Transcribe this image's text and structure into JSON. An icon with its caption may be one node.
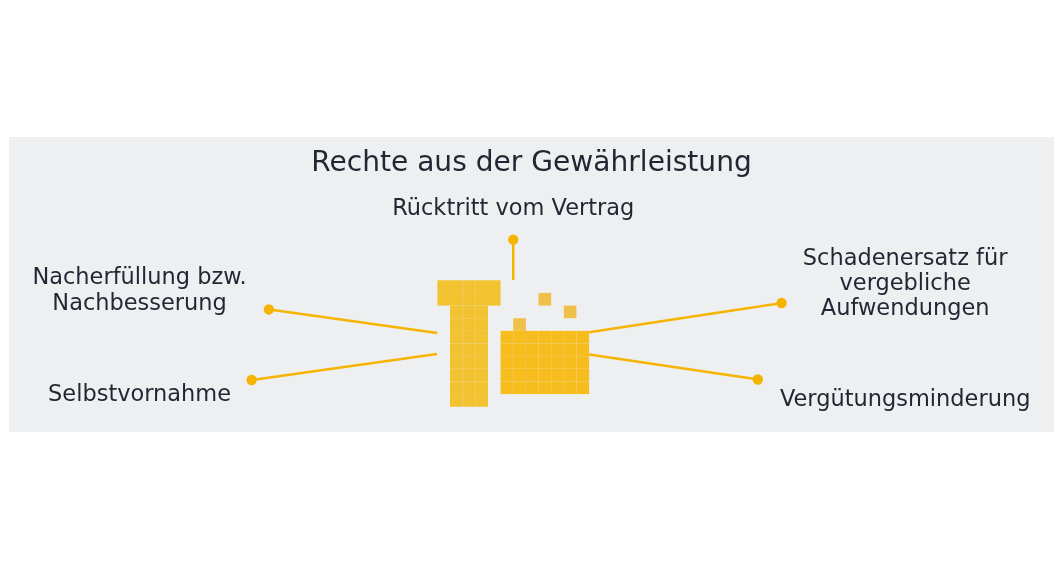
{
  "diagram": {
    "title": "Rechte aus der Gewährleistung",
    "nodes": [
      {
        "text": [
          "Rücktritt vom Vertrag"
        ]
      },
      {
        "text": [
          "Nacherfüllung bzw. Nachbesserung"
        ]
      },
      {
        "text": [
          "Schadenersatz für vergebliche Aufwendungen"
        ]
      },
      {
        "text": [],
        "shape": "picture"
      },
      {
        "text": [
          "Selbstvornahme"
        ]
      },
      {
        "text": [
          "Vergütungsminderung"
        ]
      }
    ],
    "edges": [
      {
        "from": 0,
        "to": 3,
        "arrow": "other"
      },
      {
        "from": 1,
        "to": 3,
        "arrow": "other"
      },
      {
        "from": 2,
        "to": 3,
        "arrow": "other"
      },
      {
        "from": 4,
        "to": 3,
        "arrow": "other"
      },
      {
        "from": 5,
        "to": 3,
        "arrow": "other"
      }
    ]
  }
}
